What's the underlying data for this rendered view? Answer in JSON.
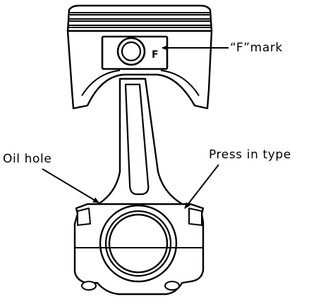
{
  "labels": {
    "f_mark": "“F”mark",
    "oil_hole": "Oil hole",
    "press_in": "Press in type"
  },
  "piston_mark_letter": "F",
  "colors": {
    "ink": "#000000",
    "paper": "#ffffff",
    "shade": "#cfcfcf"
  }
}
